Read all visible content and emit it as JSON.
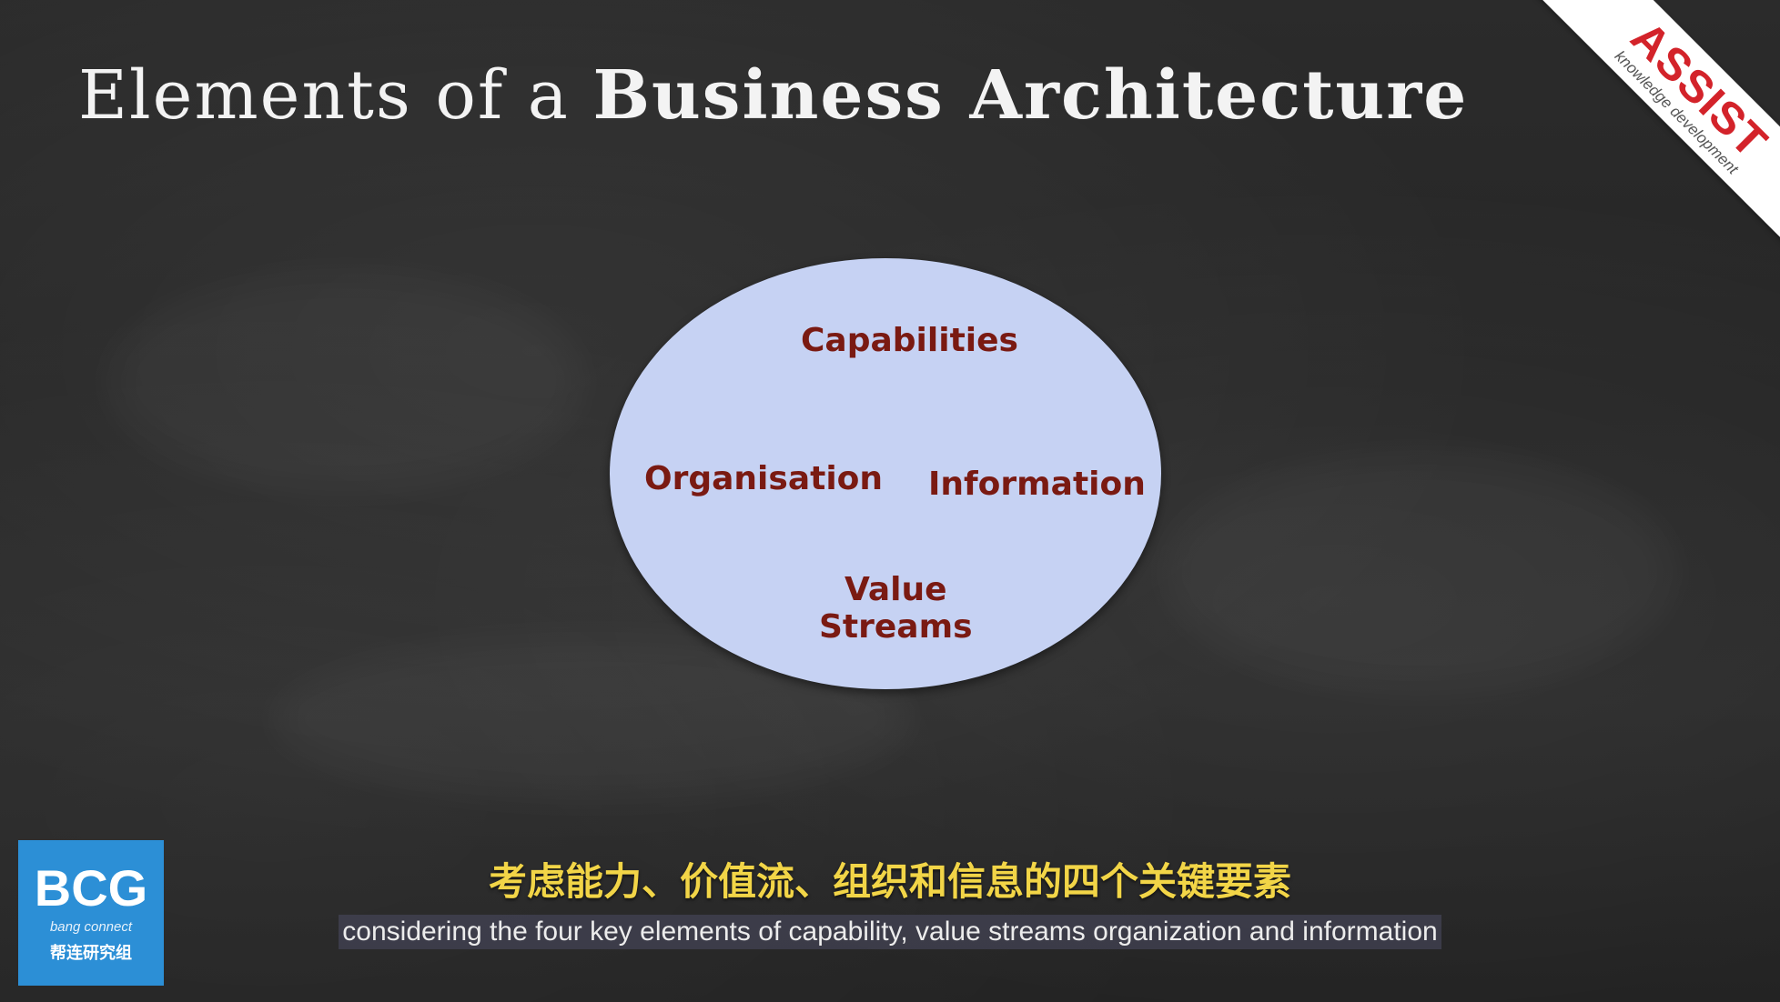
{
  "slide": {
    "title_part1": "Elements of a ",
    "title_part2": "Business Architecture"
  },
  "watermark": {
    "brand": "ASSIST",
    "tagline": "knowledge development",
    "brand_color": "#d3232a"
  },
  "diagram": {
    "ellipse_color": "#c6d2f3",
    "label_color": "#7a1a12",
    "elements": {
      "capabilities": "Capabilities",
      "organisation": "Organisation",
      "information": "Information",
      "value_streams_line1": "Value",
      "value_streams_line2": "Streams"
    }
  },
  "subtitles": {
    "chinese": "考虑能力、价值流、组织和信息的四个关键要素",
    "english": "considering the four key elements of capability, value streams organization and information"
  },
  "channel_logo": {
    "main": "BCG",
    "sub": "bang connect",
    "chinese": "帮连研究组",
    "color": "#2c8fd6"
  }
}
